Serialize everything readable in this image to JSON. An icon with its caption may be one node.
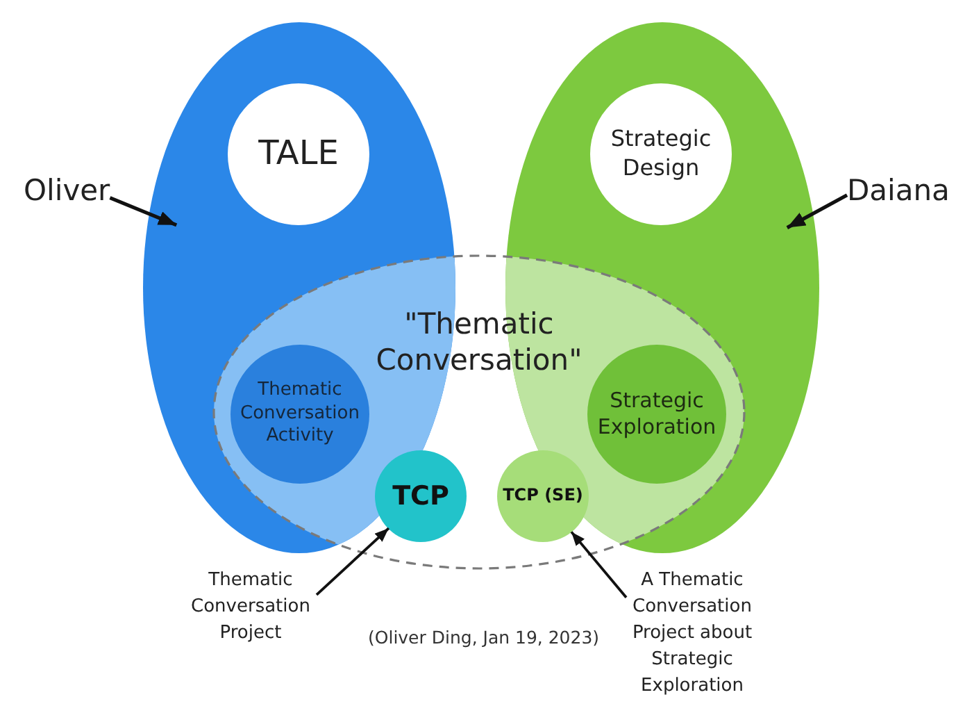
{
  "diagram": {
    "caption": "(Oliver Ding, Jan 19, 2023)",
    "nodes": [
      {
        "text": [],
        "shape": "ellipse"
      },
      {
        "text": [
          "TALE"
        ],
        "in": 0
      },
      {
        "text": [],
        "shape": "ellipse"
      },
      {
        "text": [
          "Strategic Design"
        ],
        "in": 2
      },
      {
        "text": [
          "Oliver"
        ]
      },
      {
        "text": [
          "Daiana"
        ]
      },
      {
        "text": [
          "\"Thematic Conversation\""
        ]
      },
      {
        "text": [
          "Thematic Conversation Activity"
        ]
      },
      {
        "text": [
          "Strategic Exploration"
        ]
      },
      {
        "text": [
          "TCP"
        ],
        "in": 6
      },
      {
        "text": [
          "TCP (SE)"
        ],
        "in": 6
      },
      {
        "text": [
          "Thematic Conversation Project"
        ]
      },
      {
        "text": [
          "A Thematic Conversation Project about Strategic Exploration"
        ]
      }
    ],
    "edges": [
      {
        "from": 4,
        "to": 0,
        "arrow": "to"
      },
      {
        "from": 5,
        "to": 2,
        "arrow": "to"
      },
      {
        "from": 11,
        "to": 9,
        "arrow": "to"
      },
      {
        "from": 12,
        "to": 10,
        "arrow": "to"
      }
    ]
  }
}
